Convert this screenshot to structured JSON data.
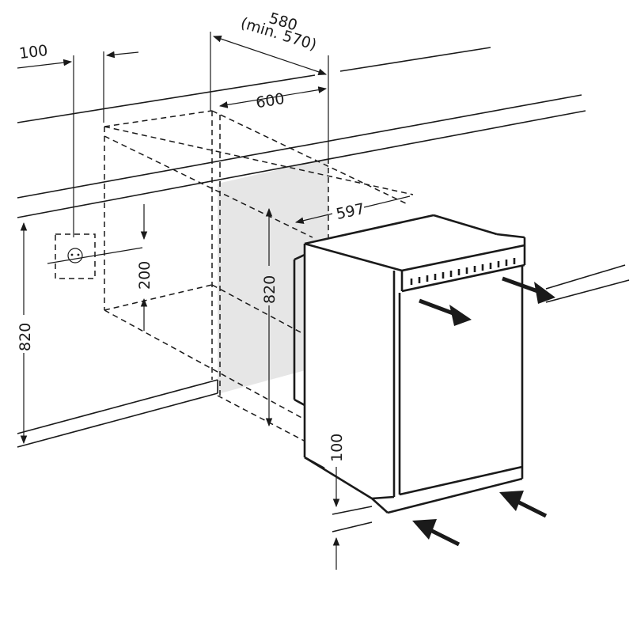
{
  "dimensions": {
    "niche_depth": "580",
    "niche_depth_min": "(min. 570)",
    "worktop_depth": "600",
    "appliance_depth": "597",
    "niche_height": "820",
    "appliance_height": "820",
    "socket_height": "200",
    "socket_offset": "100",
    "plinth_height": "100"
  },
  "colors": {
    "line": "#1a1a1a",
    "niche_shade": "#e6e6e6",
    "background": "#ffffff"
  }
}
